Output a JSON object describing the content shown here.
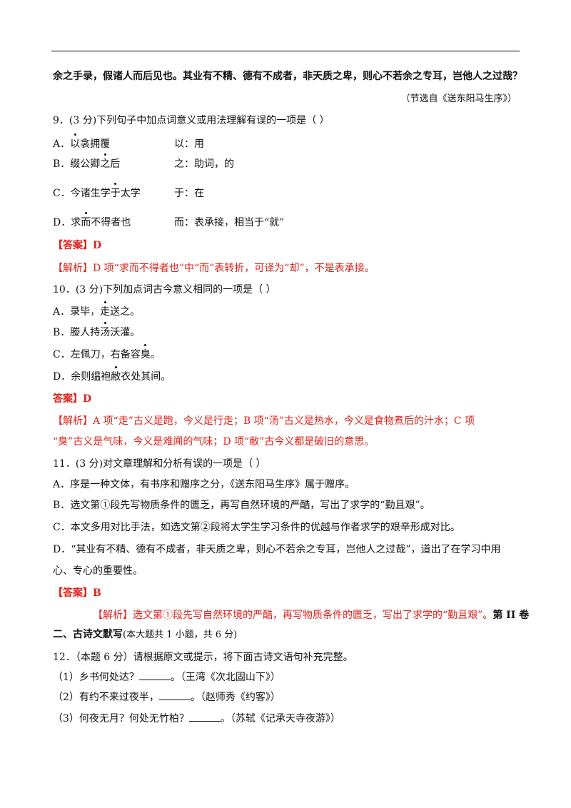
{
  "passage": {
    "last_line": "余之手录，假诸人而后见也。其业有不精、德有不成者，非天质之卑，则心不若余之专耳，岂他人之过哉？",
    "source": "（节选自《送东阳马生序》）"
  },
  "q9": {
    "stem": "9．(3 分)下列句子中加点词意义或用法理解有误的一项是（    ）",
    "options": [
      {
        "pre": "A．",
        "before": "",
        "dot": "以",
        "after": "衾拥覆",
        "gloss": "以：用"
      },
      {
        "pre": "B．",
        "before": "缀公卿",
        "dot": "之",
        "after": "后",
        "gloss": "之：助词，的"
      },
      {
        "pre": "C．",
        "before": "今诸生学",
        "dot": "于",
        "after": "太学",
        "gloss": "于：在"
      },
      {
        "pre": "D．",
        "before": "求",
        "dot": "而",
        "after": "不得者也",
        "gloss": "而：表承接，相当于“就”"
      }
    ],
    "answer": "【答案】D",
    "analysis": "【解析】D 项“求而不得者也”中“而”表转折，可译为“却”，不是表承接。"
  },
  "q10": {
    "stem": "10．(3 分)下列加点词古今意义相同的一项是（    ）",
    "options": [
      {
        "pre": "A．",
        "before": "录毕，",
        "dot": "走",
        "after": "送之。"
      },
      {
        "pre": "B．",
        "before": "媵人持",
        "dot": "汤",
        "after": "沃灌。"
      },
      {
        "pre": "C．",
        "before": "左佩刀，右备容",
        "dot": "臭",
        "after": "。"
      },
      {
        "pre": "D．",
        "before": "余则缊袍",
        "dot": "敝",
        "after": "衣处其间。"
      }
    ],
    "answer": "答案】D",
    "analysis_1": "【解析】A 项“走”古义是跑，今义是行走；B 项“汤”古义是热水，今义是食物煮后的汁水；C 项",
    "analysis_2": "“臭”古义是气味，今义是难闻的气味；D 项“敝”古今义都是破旧的意思。"
  },
  "q11": {
    "stem": "11．(3 分)对文章理解和分析有误的一项是（    ）",
    "option_a": "A．序是一种文体，有书序和赠序之分，《送东阳马生序》属于赠序。",
    "option_b": "B．选文第①段先写物质条件的匮乏，再写自然环境的严酷，写出了求学的“勤且艰”。",
    "option_c": "C．本文多用对比手法，如选文第②段将太学生学习条件的优越与作者求学的艰辛形成对比。",
    "option_d_1": "D．“其业有不精、德有不成者，非天质之卑，则心不若余之专耳，岂他人之过哉”，道出了在学习中用",
    "option_d_2": "心、专心的重要性。",
    "answer": "【答案】B",
    "analysis": "【解析】选文第①段先写自然环境的严酷，再写物质条件的匮乏，写出了求学的“勤且艰”。",
    "volume_label": "第 II 卷"
  },
  "section2": {
    "heading": "二、古诗文默写",
    "heading_note": "(本大题共 1 小题，共 6 分)"
  },
  "q12": {
    "stem": "12．（本题 6 分）请根据原文或提示，将下面古诗文语句补充完整。",
    "items": [
      {
        "pre": "（1）乡书何处达？",
        "post": "。（王湾《次北固山下》）"
      },
      {
        "pre": "（2）有约不来过夜半，",
        "post": "。（赵师秀《约客》）"
      },
      {
        "pre": "（3）何夜无月？何处无竹柏？",
        "post": "。（苏轼《记承天寺夜游》）"
      }
    ]
  }
}
